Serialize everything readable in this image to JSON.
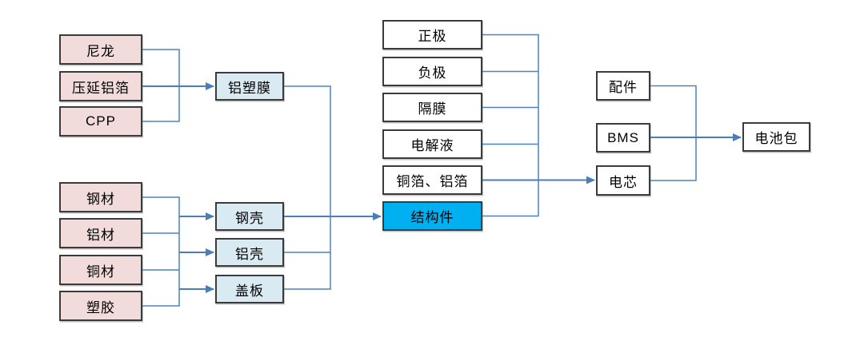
{
  "diagram": {
    "description": "battery-supply-chain-flowchart",
    "colors": {
      "raw_material_fill": "#f2dcdb",
      "component_fill": "#daeaf2",
      "highlight_fill": "#00b0f0",
      "plain_fill": "#ffffff",
      "box_border": "#3b3b3b",
      "connector": "#4f81bd",
      "text": "#000000"
    },
    "nodes": {
      "nylon": {
        "label": "尼龙"
      },
      "rolled_alu_foil": {
        "label": "压延铝箔"
      },
      "cpp": {
        "label": "CPP"
      },
      "alu_plastic_film": {
        "label": "铝塑膜"
      },
      "steel": {
        "label": "钢材"
      },
      "aluminum": {
        "label": "铝材"
      },
      "copper": {
        "label": "铜材"
      },
      "plastic": {
        "label": "塑胶"
      },
      "steel_shell": {
        "label": "钢壳"
      },
      "alu_shell": {
        "label": "铝壳"
      },
      "cover_plate": {
        "label": "盖板"
      },
      "cathode": {
        "label": "正极"
      },
      "anode": {
        "label": "负极"
      },
      "separator": {
        "label": "隔膜"
      },
      "electrolyte": {
        "label": "电解液"
      },
      "cu_al_foil": {
        "label": "铜箔、铝箔"
      },
      "structural_parts": {
        "label": "结构件"
      },
      "accessories": {
        "label": "配件"
      },
      "bms": {
        "label": "BMS"
      },
      "cell": {
        "label": "电芯"
      },
      "battery_pack": {
        "label": "电池包"
      }
    },
    "edges": [
      {
        "from": [
          "尼龙",
          "压延铝箔",
          "CPP"
        ],
        "to": [
          "铝塑膜"
        ]
      },
      {
        "from": [
          "钢材",
          "铝材",
          "铜材",
          "塑胶"
        ],
        "to": [
          "钢壳",
          "铝壳",
          "盖板"
        ]
      },
      {
        "from": [
          "铝塑膜",
          "钢壳",
          "铝壳",
          "盖板"
        ],
        "to": [
          "结构件"
        ]
      },
      {
        "from": [
          "正极",
          "负极",
          "隔膜",
          "电解液",
          "铜箔、铝箔",
          "结构件"
        ],
        "to": [
          "电芯"
        ]
      },
      {
        "from": [
          "配件",
          "BMS",
          "电芯"
        ],
        "to": [
          "电池包"
        ]
      }
    ]
  }
}
